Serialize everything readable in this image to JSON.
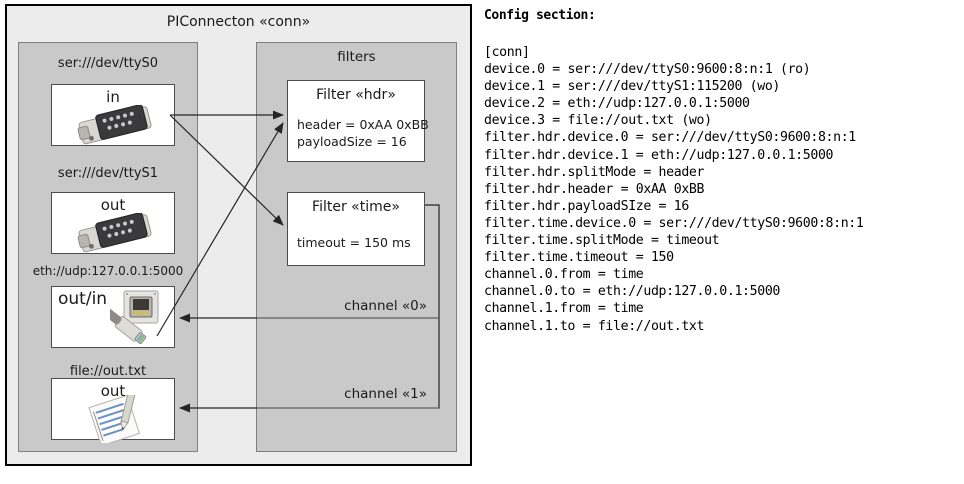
{
  "diagram": {
    "title": "PIConnecton «conn»",
    "devices_group": {
      "title": "",
      "devices": [
        {
          "label": "ser:///dev/ttyS0",
          "direction": "in",
          "icon": "serial-port-icon"
        },
        {
          "label": "ser:///dev/ttyS1",
          "direction": "out",
          "icon": "serial-port-icon"
        },
        {
          "label": "eth://udp:127.0.0.1:5000",
          "direction": "out/in",
          "icon": "ethernet-jack-icon"
        },
        {
          "label": "file://out.txt",
          "direction": "out",
          "icon": "text-file-icon"
        }
      ]
    },
    "filters_group": {
      "title": "filters",
      "filters": [
        {
          "title": "Filter «hdr»",
          "attrs": [
            "header = 0xAA 0xBB",
            "payloadSize = 16"
          ]
        },
        {
          "title": "Filter «time»",
          "attrs": [
            "timeout = 150 ms"
          ]
        }
      ],
      "channels": [
        {
          "label": "channel «0»"
        },
        {
          "label": "channel «1»"
        }
      ]
    }
  },
  "config": {
    "heading": "Config section:",
    "lines": [
      "[conn]",
      "device.0 = ser:///dev/ttyS0:9600:8:n:1 (ro)",
      "device.1 = ser:///dev/ttyS1:115200 (wo)",
      "device.2 = eth://udp:127.0.0.1:5000",
      "device.3 = file://out.txt (wo)",
      "filter.hdr.device.0 = ser:///dev/ttyS0:9600:8:n:1",
      "filter.hdr.device.1 = eth://udp:127.0.0.1:5000",
      "filter.hdr.splitMode = header",
      "filter.hdr.header = 0xAA 0xBB",
      "filter.hdr.payloadSIze = 16",
      "filter.time.device.0 = ser:///dev/ttyS0:9600:8:n:1",
      "filter.time.splitMode = timeout",
      "filter.time.timeout = 150",
      "channel.0.from = time",
      "channel.0.to = eth://udp:127.0.0.1:5000",
      "channel.1.from = time",
      "channel.1.to = file://out.txt"
    ]
  },
  "colors": {
    "page_bg": "#ffffff",
    "outer_box_bg": "#ececec",
    "outer_box_border": "#000000",
    "group_bg": "#c9c9c9",
    "group_border": "#808080",
    "node_bg": "#ffffff",
    "node_border": "#4d4d4d",
    "text": "#1a1a1a",
    "arrow": "#262626"
  }
}
